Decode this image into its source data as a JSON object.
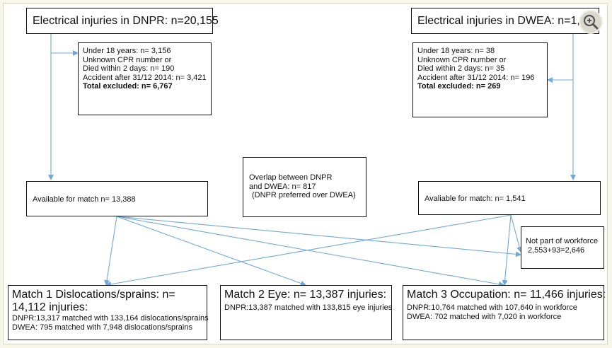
{
  "dnpr_top": {
    "text": "Electrical injuries in DNPR: n=20,155"
  },
  "dwea_top": {
    "text": "Electrical injuries in DWEA: n=1,810"
  },
  "dnpr_excl": {
    "lines": [
      "Under 18 years: n= 3,156",
      "Unknown CPR number or",
      "Died within 2 days: n= 190",
      "Accident after 31/12 2014: n= 3,421"
    ],
    "total": "Total excluded: n= 6,767"
  },
  "dwea_excl": {
    "lines": [
      "Under 18 years: n= 38",
      "Unknown CPR number or",
      "Died within 2 days: n= 35",
      "Accident after 31/12 2014: n= 196"
    ],
    "total": "Total excluded: n= 269"
  },
  "overlap": {
    "lines": [
      "Overlap between DNPR",
      "and DWEA: n= 817",
      "(DNPR preferred over DWEA)"
    ]
  },
  "avail_dnpr": {
    "text": "Available for match n= 13,388"
  },
  "avail_dwea": {
    "text": "Avaliable for match: n= 1,541"
  },
  "not_workforce": {
    "lines": [
      "Not part of workforce",
      "2,553+93=2,646"
    ]
  },
  "match1": {
    "title": "Match 1 Dislocations/sprains: n= 14,112 injuries:",
    "lines": [
      "DNPR:13,317 matched with 133,164 dislocations/sprains",
      "DWEA: 795 matched with 7,948 dislocations/sprains"
    ]
  },
  "match2": {
    "title": "Match 2 Eye: n= 13,387 injuries:",
    "lines": [
      "DNPR:13,387 matched with 133,815 eye injuries"
    ]
  },
  "match3": {
    "title": "Match 3 Occupation: n= 11,466 injuries:",
    "lines": [
      "DNPR:10,764  matched with 107,640 in workforce",
      "DWEA: 702 matched with 7,020 in workforce"
    ]
  },
  "colors": {
    "arrow": "#6fa8dc",
    "border": "#111111",
    "background": "#f7f6ea"
  },
  "icons": {
    "zoom": "zoom-in-icon"
  }
}
